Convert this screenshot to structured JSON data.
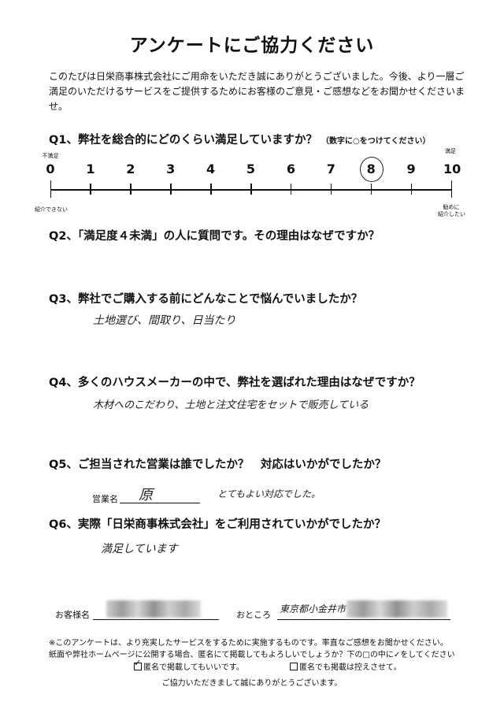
{
  "title": "アンケートにご協力ください",
  "intro": "このたびは日栄商事株式会社にご用命をいただき誠にありがとうございました。今後、より一層ご満足のいただけるサービスをご提供するためにお客様のご意見・ご感想などをお聞かせくださいませ。",
  "q1": {
    "label": "Q1、弊社を総合的にどのくらい満足していますか？",
    "note": "（数字に○をつけてください）",
    "left_top": "不満足",
    "right_top": "満足",
    "left_bottom": "紹介できない",
    "right_bottom_1": "勧めに",
    "right_bottom_2": "紹介したい",
    "scale": [
      "0",
      "1",
      "2",
      "3",
      "4",
      "5",
      "6",
      "7",
      "8",
      "9",
      "10"
    ],
    "selected": 8
  },
  "q2": {
    "label": "Q2、「満足度４未満」の人に質問です。その理由はなぜですか？"
  },
  "q3": {
    "label": "Q3、弊社でご購入する前にどんなことで悩んでいましたか？",
    "answer": "土地選び、間取り、日当たり"
  },
  "q4": {
    "label": "Q4、多くのハウスメーカーの中で、弊社を選ばれた理由はなぜですか？",
    "answer": "木材へのこだわり、土地と注文住宅をセットで販売している"
  },
  "q5": {
    "label": "Q5、ご担当された営業は誰でしたか？　対応はいかがでしたか？",
    "staff_label": "営業名",
    "staff_name": "原",
    "answer": "とてもよい対応でした。"
  },
  "q6": {
    "label": "Q6、実際「日栄商事株式会社」をご利用されていかがでしたか？",
    "answer": "満足しています"
  },
  "customer": {
    "name_label": "お客様名",
    "address_label": "おところ",
    "address_value": "東京都小金井市"
  },
  "footer": {
    "line1": "※このアンケートは、より充実したサービスをするために実施するものです。率直なご感想をお聞かせください。",
    "line2": "紙面や弊社ホームページに公開する場合、匿名にて掲載してもよろしいでしょうか？下の□の中に✓をしてください",
    "opt1": "匿名で掲載してもいいです。",
    "opt2": "匿名でも掲載は控えさせて。",
    "opt1_checked": "✓",
    "thanks": "ご協力いただきまして誠にありがとうございます。"
  }
}
